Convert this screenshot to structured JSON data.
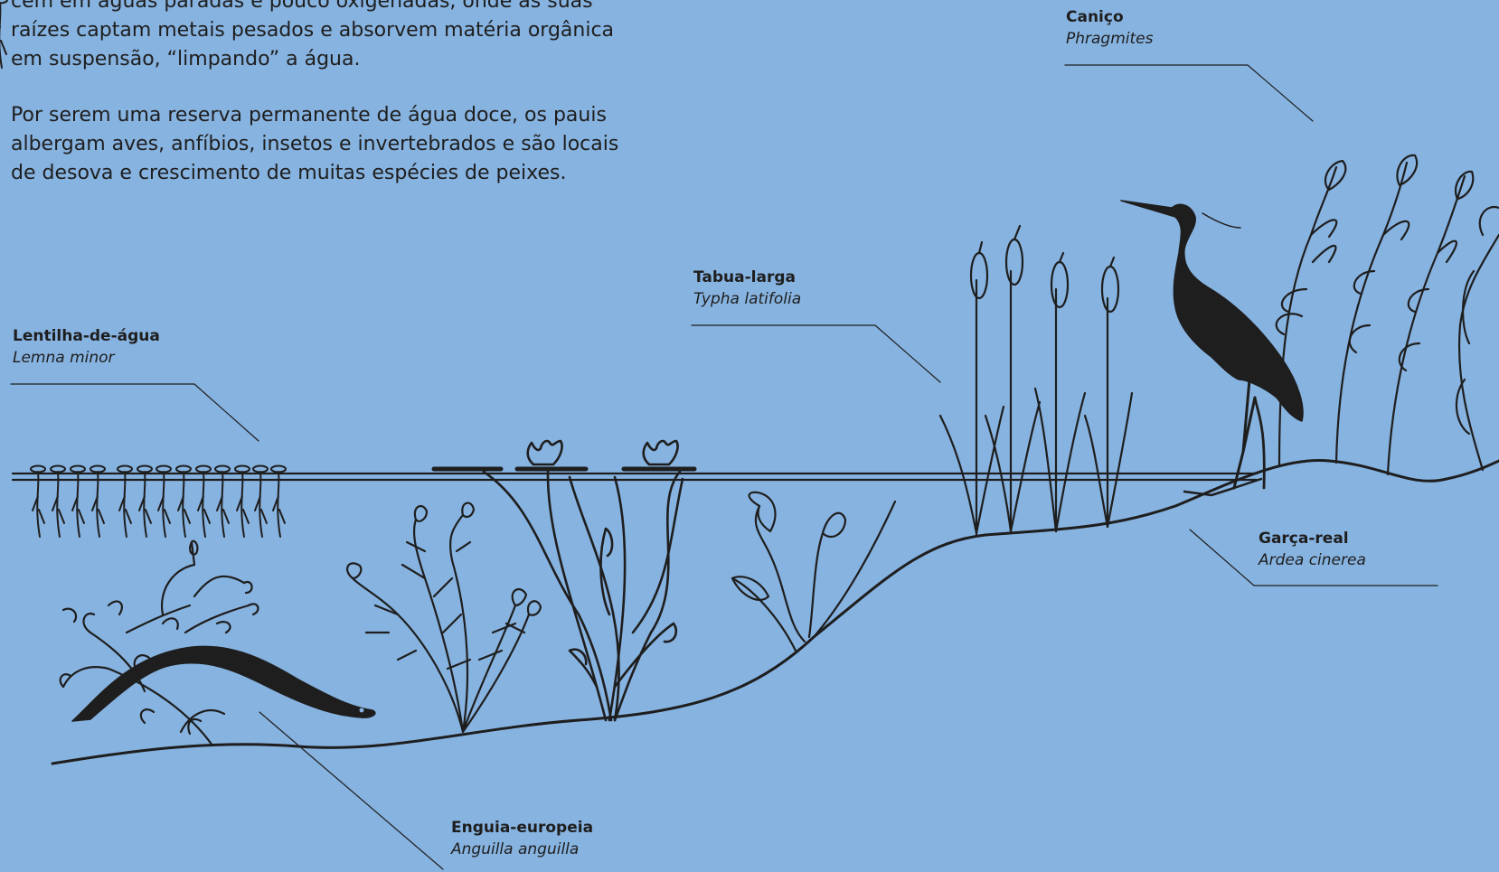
{
  "intro": {
    "paragraph_1": "cem em águas paradas e pouco oxigenadas, onde as suas raízes captam metais pesados e absorvem matéria orgânica em suspensão, “limpando” a água.",
    "paragraph_2": "Por serem uma reserva permanente de água doce, os pauis albergam aves, anfíbios, insetos e invertebrados e são locais de desova e crescimento de muitas espécies de peixes."
  },
  "labels": {
    "canico": {
      "common": "Caniço",
      "scientific": "Phragmites"
    },
    "tabua": {
      "common": "Tabua-larga",
      "scientific": "Typha latifolia"
    },
    "lentilha": {
      "common": "Lentilha-de-água",
      "scientific": "Lemna minor"
    },
    "garca": {
      "common": "Garça-real",
      "scientific": "Ardea cinerea"
    },
    "enguia": {
      "common": "Enguia-europeia",
      "scientific": "Anguilla anguilla"
    }
  },
  "colors": {
    "background": "#87b3e0",
    "ink": "#1e1e1e"
  }
}
